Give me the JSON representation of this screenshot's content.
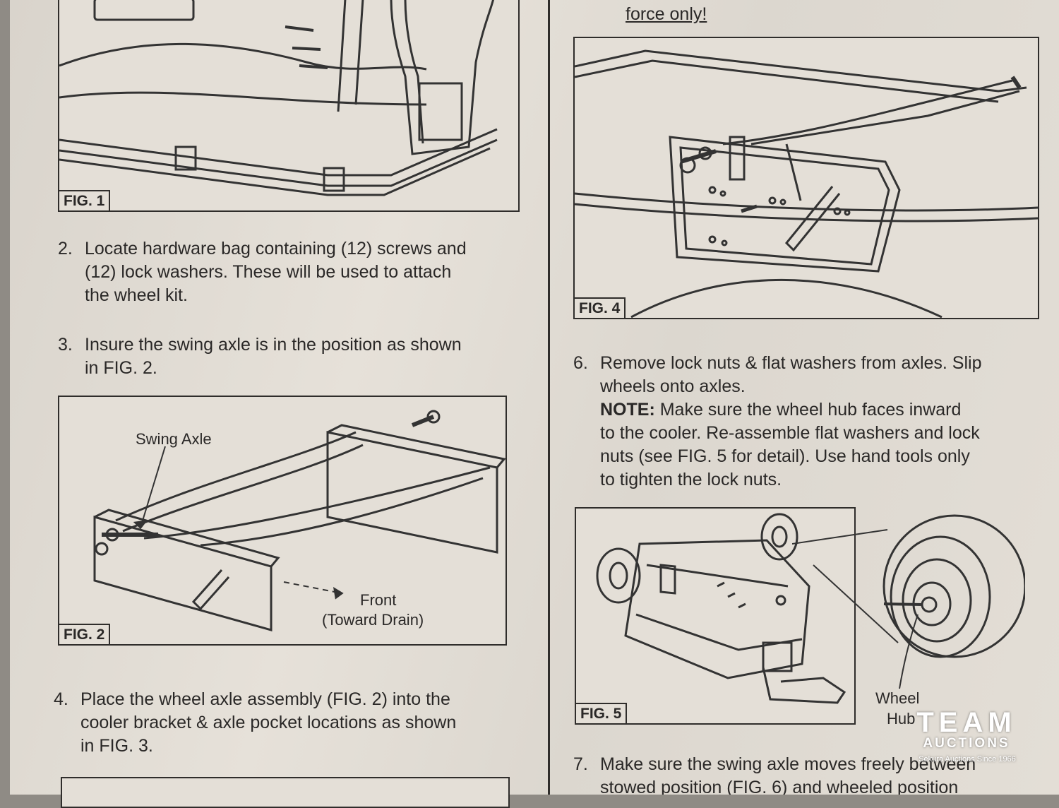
{
  "left_column": {
    "fig1": {
      "label": "FIG. 1"
    },
    "step2": {
      "number": "2.",
      "lines": [
        "Locate hardware bag containing (12) screws and",
        "(12) lock washers. These will be used to attach",
        "the wheel kit."
      ]
    },
    "step3": {
      "number": "3.",
      "lines": [
        "Insure the swing axle is in the position as shown",
        "in FIG. 2."
      ]
    },
    "fig2": {
      "label": "FIG. 2",
      "callout_swing_axle": "Swing Axle",
      "callout_front": "Front",
      "callout_toward_drain": "(Toward Drain)"
    },
    "step4": {
      "number": "4.",
      "lines": [
        "Place the wheel axle assembly (FIG. 2) into the",
        "cooler bracket & axle pocket locations as shown",
        "in FIG. 3."
      ]
    }
  },
  "right_column": {
    "top_text": "force only!",
    "fig4": {
      "label": "FIG. 4"
    },
    "step6": {
      "number": "6.",
      "lines": [
        "Remove lock nuts & flat washers from axles. Slip",
        "wheels onto axles."
      ],
      "note_label": "NOTE:",
      "note_lines": [
        " Make sure the wheel hub faces inward",
        "to the cooler. Re-assemble flat washers and lock",
        "nuts (see FIG. 5 for detail). Use hand tools only",
        "to tighten the lock nuts."
      ]
    },
    "fig5": {
      "label": "FIG. 5",
      "callout_wheel": "Wheel",
      "callout_hub": "Hub"
    },
    "step7": {
      "number": "7.",
      "lines": [
        "Make sure the swing axle moves freely between",
        "stowed position (FIG. 6) and wheeled position"
      ]
    }
  },
  "watermark": {
    "line1": "TEAM",
    "line2": "AUCTIONS",
    "tagline": "Sekura Auctions Since 1966"
  }
}
